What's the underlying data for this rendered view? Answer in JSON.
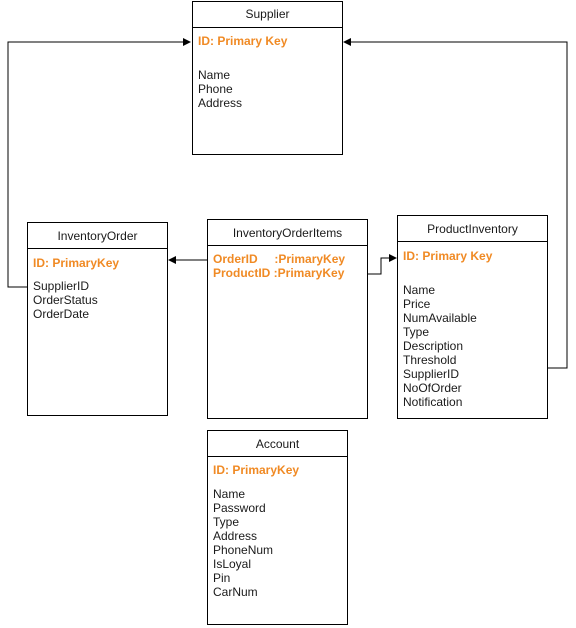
{
  "entities": {
    "supplier": {
      "title": "Supplier",
      "keys": "ID: Primary Key",
      "fields": [
        "Name",
        "Phone",
        "Address"
      ]
    },
    "inventory_order": {
      "title": "InventoryOrder",
      "keys": "ID: PrimaryKey",
      "fields": [
        "SupplierID",
        "OrderStatus",
        "OrderDate"
      ]
    },
    "inventory_order_items": {
      "title": "InventoryOrderItems",
      "keys": [
        "OrderID     :PrimaryKey",
        "ProductID :PrimaryKey"
      ],
      "fields": []
    },
    "product_inventory": {
      "title": "ProductInventory",
      "keys": "ID: Primary Key",
      "fields": [
        "Name",
        "Price",
        "NumAvailable",
        "Type",
        "Description",
        "Threshold",
        "SupplierID",
        "NoOfOrder",
        "Notification"
      ]
    },
    "account": {
      "title": "Account",
      "keys": "ID: PrimaryKey",
      "fields": [
        "Name",
        "Password",
        "Type",
        "Address",
        "PhoneNum",
        "IsLoyal",
        "Pin",
        "CarNum"
      ]
    }
  },
  "colors": {
    "key_text": "#f08a24",
    "border": "#000000",
    "text": "#1a1a1a"
  }
}
